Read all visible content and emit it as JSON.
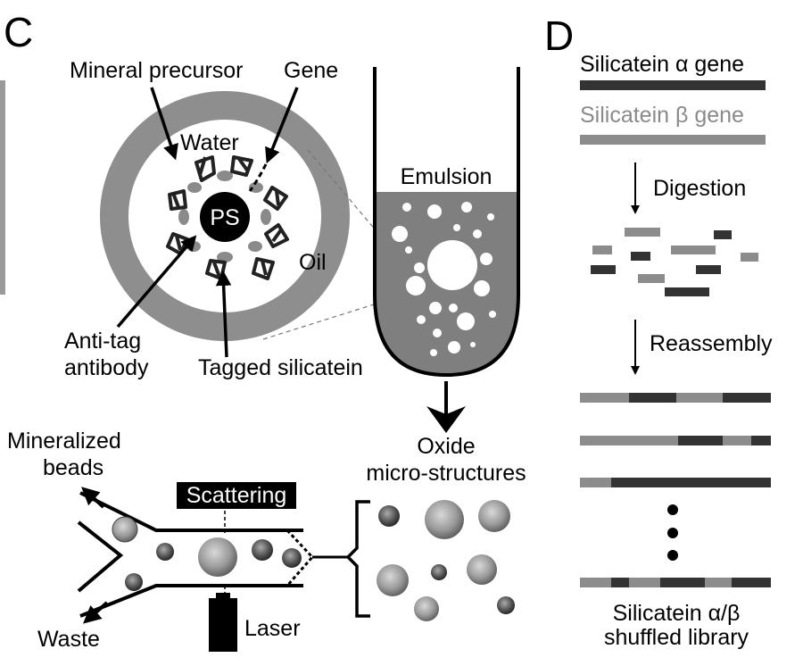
{
  "panel_c": {
    "letter": "C",
    "labels": {
      "mineral_precursor": "Mineral precursor",
      "gene": "Gene",
      "water": "Water",
      "ps": "PS",
      "oil": "Oil",
      "anti_tag_line1": "Anti-tag",
      "anti_tag_line2": "antibody",
      "tagged_silicatein": "Tagged silicatein",
      "emulsion": "Emulsion",
      "oxide_line1": "Oxide",
      "oxide_line2": "micro-structures",
      "mineralized_line1": "Mineralized",
      "mineralized_line2": "beads",
      "scattering": "Scattering",
      "waste": "Waste",
      "laser": "Laser"
    }
  },
  "panel_d": {
    "letter": "D",
    "alpha_gene": "Silicatein α  gene",
    "beta_gene": "Silicatein β  gene",
    "digestion": "Digestion",
    "reassembly": "Reassembly",
    "library_line1": "Silicatein α/β",
    "library_line2": "shuffled library"
  },
  "colors": {
    "alpha": "#333333",
    "beta": "#8c8c8c",
    "oil": "#8e8e8e",
    "emulsion": "#7f7f7f"
  }
}
